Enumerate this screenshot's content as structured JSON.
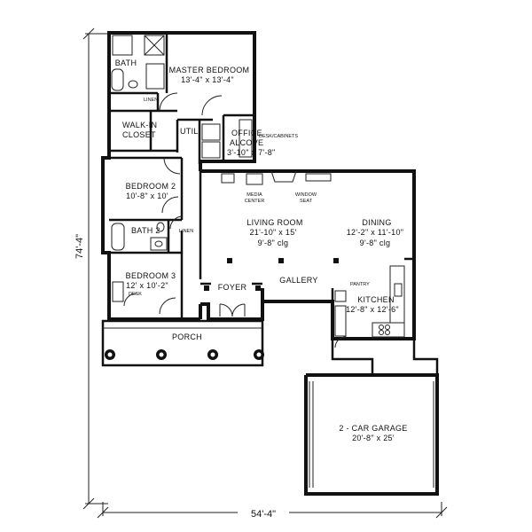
{
  "rooms": {
    "bath": "BATH",
    "master_bedroom": {
      "name": "MASTER BEDROOM",
      "size": "13'-4\" x 13'-4\""
    },
    "linen_top": "LINEN",
    "walk_in_closet": {
      "line1": "WALK-IN",
      "line2": "CLOSET"
    },
    "util": "UTIL.",
    "office_alcove": {
      "line1": "OFFICE",
      "line2": "ALCOVE",
      "size": "3'-10\" x 7'-8\""
    },
    "desk_cabinets": "DESK/CABINETS",
    "bedroom2": {
      "name": "BEDROOM 2",
      "size": "10'-8\" x 10'"
    },
    "media_center": {
      "line1": "MEDIA",
      "line2": "CENTER"
    },
    "window_seat": {
      "line1": "WINDOW",
      "line2": "SEAT"
    },
    "living_room": {
      "name": "LIVING ROOM",
      "size": "21'-10\" x 15'",
      "ceiling": "9'-8\" clg"
    },
    "dining": {
      "name": "DINING",
      "size": "12'-2\" x 11'-10\"",
      "ceiling": "9'-8\" clg"
    },
    "bath2": "BATH 2",
    "linen_bath2": "LINEN",
    "bedroom3": {
      "name": "BEDROOM 3",
      "size": "12' x 10'-2\""
    },
    "desk": "DESK",
    "foyer": "FOYER",
    "gallery": "GALLERY",
    "pantry": "PANTRY",
    "kitchen": {
      "name": "KITCHEN",
      "size": "12'-8\" x 12'-6\""
    },
    "porch": "PORCH",
    "garage": {
      "name": "2 - CAR GARAGE",
      "size": "20'-8\" x 25'"
    }
  },
  "dimensions": {
    "depth": "74'-4\"",
    "width": "54'-4\""
  }
}
